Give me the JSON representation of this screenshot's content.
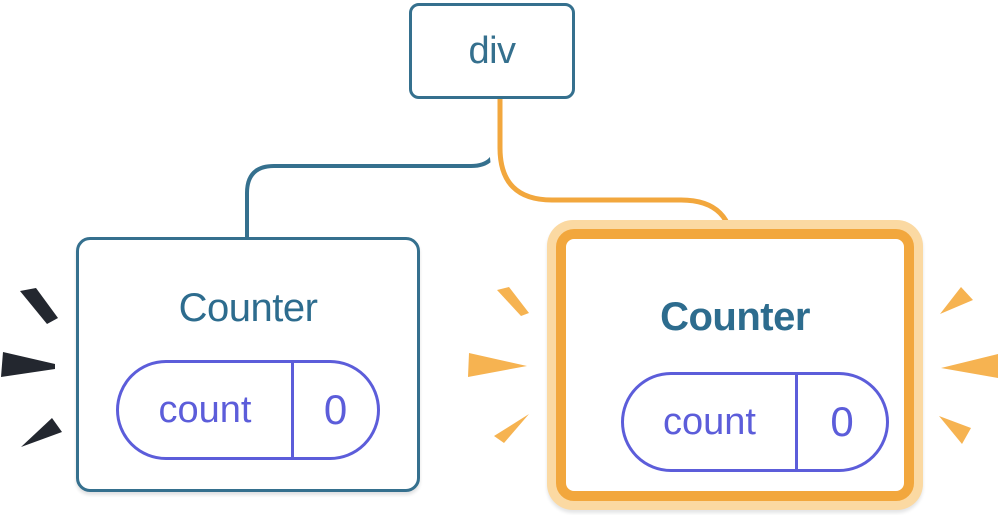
{
  "diagram": {
    "description": "React component tree: a div root element with two Counter children; the right Counter is highlighted with an orange ring and orange burst sparks, the left Counter has dark burst sparks",
    "root": {
      "label": "div"
    },
    "children": [
      {
        "label": "Counter",
        "highlighted": false,
        "state": {
          "key": "count",
          "value": "0"
        }
      },
      {
        "label": "Counter",
        "highlighted": true,
        "state": {
          "key": "count",
          "value": "0"
        }
      }
    ]
  },
  "colors": {
    "steel_blue": "#35708E",
    "heading_blue": "#2D6C8E",
    "indigo": "#5C5DDA",
    "orange": "#F2A73D",
    "orange_light": "#FBD9A2",
    "spark_orange": "#F6B351",
    "spark_dark": "#23272F",
    "white": "#FFFFFF"
  },
  "decorations": {
    "left_sparks": {
      "icon": "burst-spark-icon",
      "count": 3,
      "color": "#23272F"
    },
    "middle_sparks": {
      "icon": "burst-spark-icon",
      "count": 3,
      "color": "#F6B351"
    },
    "right_sparks": {
      "icon": "burst-spark-icon",
      "count": 3,
      "color": "#F6B351"
    }
  }
}
